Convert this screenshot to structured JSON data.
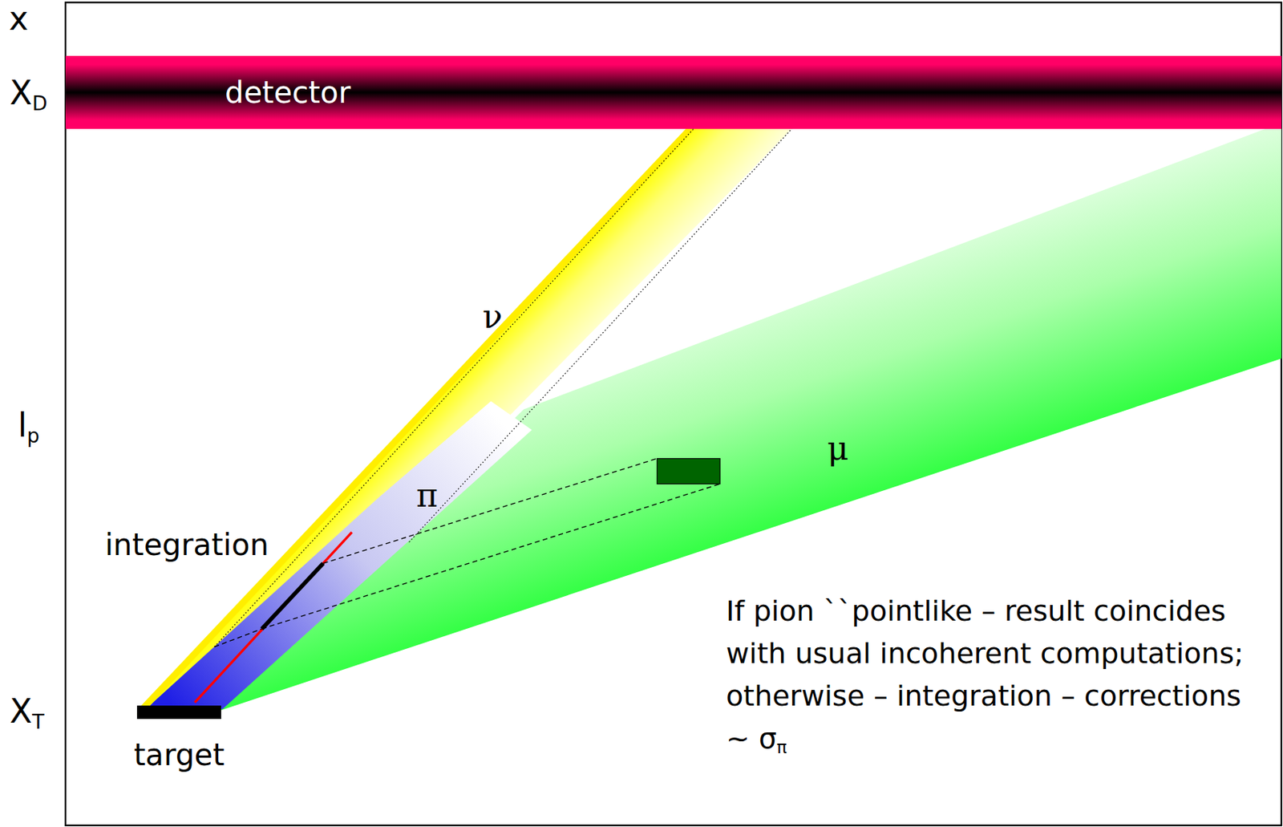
{
  "diagram": {
    "nodes": [
      {
        "text": [
          "detector"
        ]
      },
      {
        "text": [
          "target"
        ]
      }
    ],
    "labels": [
      "x",
      "XD",
      "lp",
      "XT",
      "ν",
      "π",
      "μ",
      "integration",
      "If pion ``pointlike – result coincides with usual incoherent computations; otherwise – integration – corrections ~ σπ"
    ]
  }
}
